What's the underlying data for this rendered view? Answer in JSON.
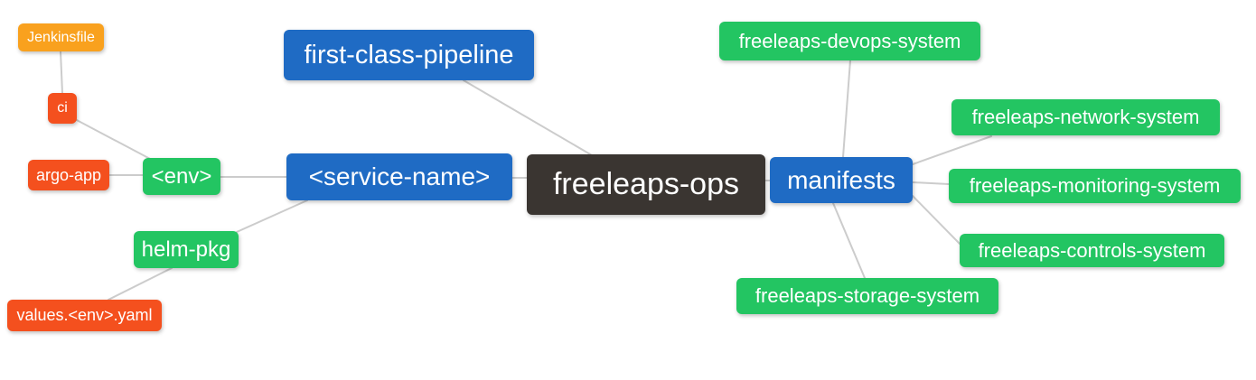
{
  "diagram": {
    "type": "mindmap",
    "root_label": "freeleaps-ops"
  },
  "palette": {
    "blue": "#1f6bc4",
    "green": "#23c562",
    "red": "#f4501e",
    "orange": "#f9a11e",
    "dark": "#3a3531",
    "edge": "#cccccc",
    "background": "#ffffff",
    "text": "#ffffff"
  },
  "nodes": {
    "root": {
      "label": "freeleaps-ops",
      "color": "dark"
    },
    "pipeline": {
      "label": "first-class-pipeline",
      "color": "blue"
    },
    "service_name": {
      "label": "<service-name>",
      "color": "blue"
    },
    "manifests": {
      "label": "manifests",
      "color": "blue"
    },
    "env": {
      "label": "<env>",
      "color": "green"
    },
    "helm_pkg": {
      "label": "helm-pkg",
      "color": "green"
    },
    "ci": {
      "label": "ci",
      "color": "red"
    },
    "argo_app": {
      "label": "argo-app",
      "color": "red"
    },
    "jenkinsfile": {
      "label": "Jenkinsfile",
      "color": "orange"
    },
    "values_env_yaml": {
      "label": "values.<env>.yaml",
      "color": "red"
    },
    "devops": {
      "label": "freeleaps-devops-system",
      "color": "green"
    },
    "network": {
      "label": "freeleaps-network-system",
      "color": "green"
    },
    "monitoring": {
      "label": "freeleaps-monitoring-system",
      "color": "green"
    },
    "controls": {
      "label": "freeleaps-controls-system",
      "color": "green"
    },
    "storage": {
      "label": "freeleaps-storage-system",
      "color": "green"
    }
  },
  "edges": [
    [
      "jenkinsfile",
      "ci"
    ],
    [
      "ci",
      "env"
    ],
    [
      "argo_app",
      "env"
    ],
    [
      "env",
      "service_name"
    ],
    [
      "helm_pkg",
      "service_name"
    ],
    [
      "values_env_yaml",
      "helm_pkg"
    ],
    [
      "pipeline",
      "root"
    ],
    [
      "service_name",
      "root"
    ],
    [
      "root",
      "manifests"
    ],
    [
      "manifests",
      "devops"
    ],
    [
      "manifests",
      "network"
    ],
    [
      "manifests",
      "monitoring"
    ],
    [
      "manifests",
      "controls"
    ],
    [
      "manifests",
      "storage"
    ]
  ]
}
